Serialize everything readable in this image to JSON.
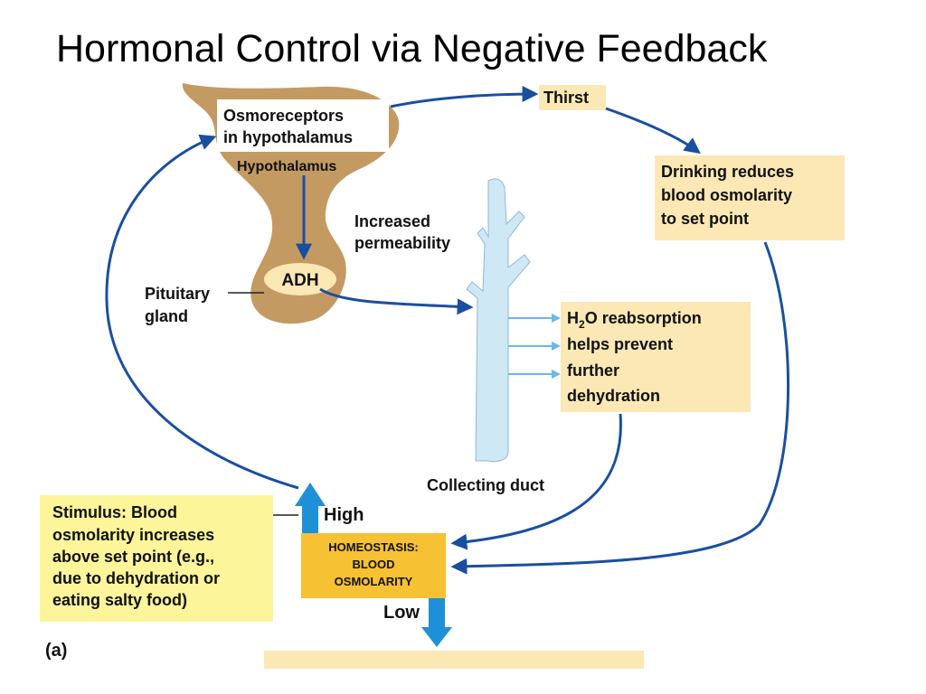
{
  "title": "Hormonal Control via Negative Feedback",
  "labels": {
    "osmoreceptors_line1": "Osmoreceptors",
    "osmoreceptors_line2": "in hypothalamus",
    "hypothalamus": "Hypothalamus",
    "increased_line1": "Increased",
    "increased_line2": "permeability",
    "adh": "ADH",
    "pituitary_line1": "Pituitary",
    "pituitary_line2": "gland",
    "thirst": "Thirst",
    "drinking_line1": "Drinking reduces",
    "drinking_line2": "blood osmolarity",
    "drinking_line3": "to set point",
    "h2o_h": "H",
    "h2o_sub": "2",
    "h2o_rest": "O reabsorption",
    "h2o_line2": "helps prevent",
    "h2o_line3": "further",
    "h2o_line4": "dehydration",
    "collecting_duct": "Collecting duct",
    "stimulus_bold": "Stimulus:",
    "stimulus_line1_rest": " Blood",
    "stimulus_line2": "osmolarity increases",
    "stimulus_line3": "above set point (e.g.,",
    "stimulus_line4": "due to dehydration or",
    "stimulus_line5": "eating salty food)",
    "high": "High",
    "low": "Low",
    "homeostasis_line1": "HOMEOSTASIS:",
    "homeostasis_line2": "BLOOD",
    "homeostasis_line3": "OSMOLARITY",
    "panel": "(a)"
  },
  "colors": {
    "arrow_blue": "#1a4fa0",
    "light_arrow": "#6ab7ea",
    "hypothalamus_tan": "#c49a63",
    "duct_fill": "#cfe8f6",
    "cream_box": "#fbe8b4",
    "yellow_box": "#fdf59a",
    "gold_box": "#f6c132",
    "vertical_arrow": "#1e90d8"
  }
}
